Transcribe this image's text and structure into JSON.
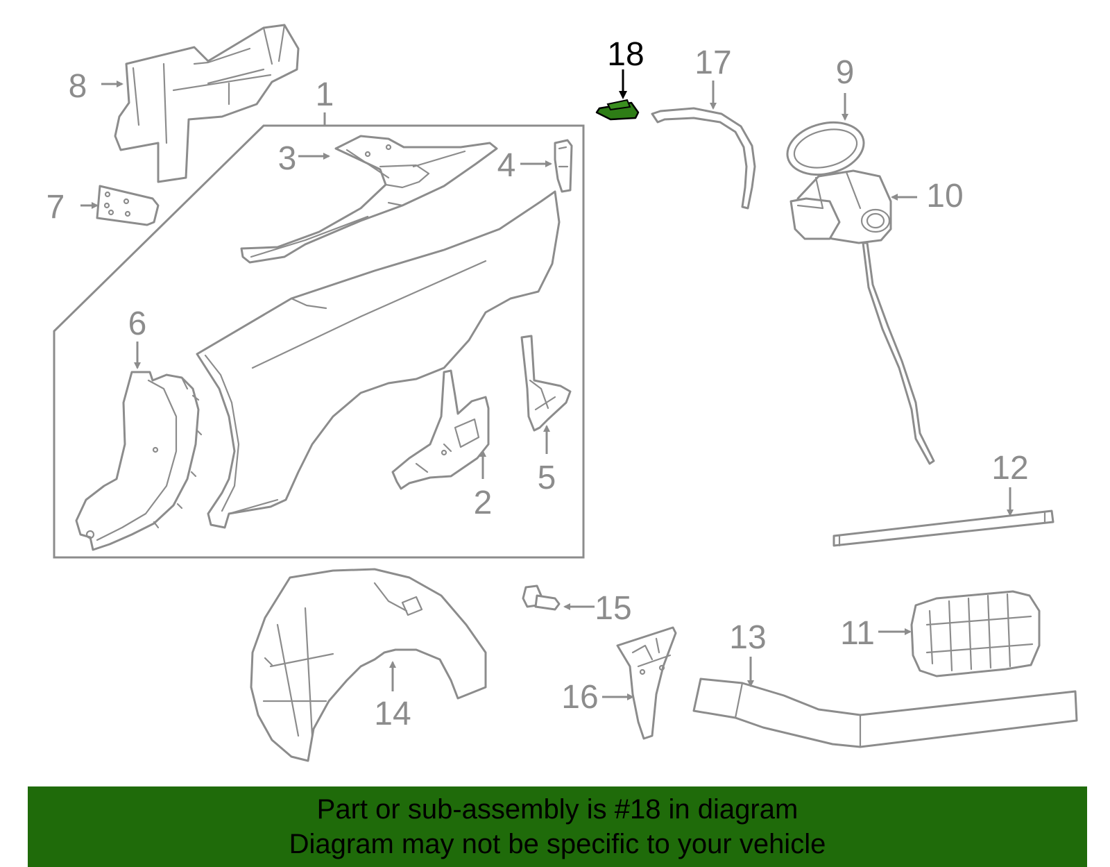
{
  "colors": {
    "line": "#8c8c8c",
    "highlight_fill": "#2e7d16",
    "banner": "#1f6b0a",
    "banner_text": "#000000"
  },
  "highlighted_part": "18",
  "callouts": {
    "c1": "1",
    "c2": "2",
    "c3": "3",
    "c4": "4",
    "c5": "5",
    "c6": "6",
    "c7": "7",
    "c8": "8",
    "c9": "9",
    "c10": "10",
    "c11": "11",
    "c12": "12",
    "c13": "13",
    "c14": "14",
    "c15": "15",
    "c16": "16",
    "c17": "17",
    "c18": "18"
  },
  "banner": {
    "line1": "Part or sub-assembly is #18 in diagram",
    "line2": "Diagram may not be specific to your vehicle"
  }
}
